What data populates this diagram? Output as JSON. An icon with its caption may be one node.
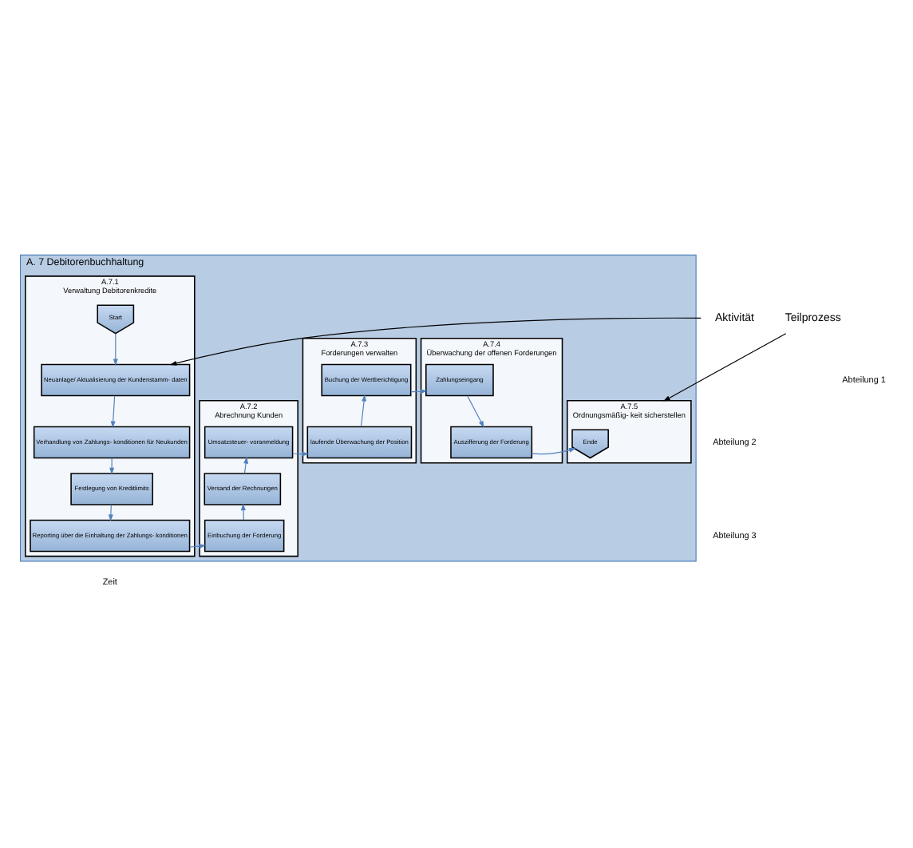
{
  "diagram": {
    "nodes": [
      {
        "text": [
          "A. 7 Debitorenbuchhaltung"
        ]
      },
      {
        "text": [
          "A.7.1",
          "Verwaltung Debitorenkredite"
        ],
        "in": 0
      },
      {
        "text": [
          "A.7.2",
          "Abrechnung Kunden"
        ],
        "in": 0
      },
      {
        "text": [
          "A.7.3",
          "Forderungen verwalten"
        ],
        "in": 0
      },
      {
        "text": [
          "A.7.4",
          "Überwachung der offenen Forderungen"
        ],
        "in": 0
      },
      {
        "text": [
          "A.7.5",
          "Ordnungsmäßig- keit sicherstellen"
        ],
        "in": 0
      },
      {
        "text": [
          "Start"
        ],
        "in": 1
      },
      {
        "text": [
          "Neuanlage/ Aktualisierung der Kundenstamm- daten"
        ],
        "in": 1
      },
      {
        "text": [
          "Verhandlung von Zahlungs- konditionen für Neukunden"
        ],
        "in": 1
      },
      {
        "text": [
          "Festlegung von Kreditlimits"
        ],
        "in": 1
      },
      {
        "text": [
          "Reporting über die Einhaltung der Zahlungs- konditionen"
        ],
        "in": 1
      },
      {
        "text": [
          "Umsatzsteuer- voranmeldung"
        ],
        "in": 2
      },
      {
        "text": [
          "Versand der Rechnungen"
        ],
        "in": 2
      },
      {
        "text": [
          "Einbuchung der Forderung"
        ],
        "in": 2
      },
      {
        "text": [
          "Buchung der Wertberichtigung"
        ],
        "in": 3
      },
      {
        "text": [
          "laufende Überwachung der Position"
        ],
        "in": 3
      },
      {
        "text": [
          "Zahlungseingang"
        ],
        "in": 4
      },
      {
        "text": [
          "Auszifferung der Forderung"
        ],
        "in": 4
      },
      {
        "text": [
          "Ende"
        ],
        "in": 5
      },
      {
        "text": [
          "Aktivität"
        ]
      },
      {
        "text": [
          "Teilprozess"
        ]
      }
    ],
    "edges": [
      {
        "from": 6,
        "to": 7,
        "arrow": "to"
      },
      {
        "from": 7,
        "to": 8,
        "arrow": "to"
      },
      {
        "from": 8,
        "to": 9,
        "arrow": "to"
      },
      {
        "from": 9,
        "to": 10,
        "arrow": "to"
      },
      {
        "from": 10,
        "to": 13,
        "arrow": "to"
      },
      {
        "from": 13,
        "to": 12,
        "arrow": "to"
      },
      {
        "from": 12,
        "to": 11,
        "arrow": "to"
      },
      {
        "from": 11,
        "to": 15,
        "arrow": "to"
      },
      {
        "from": 15,
        "to": 14,
        "arrow": "to"
      },
      {
        "from": 14,
        "to": 16,
        "arrow": "to"
      },
      {
        "from": 16,
        "to": 17,
        "arrow": "to"
      },
      {
        "from": 17,
        "to": 18,
        "arrow": "to"
      },
      {
        "from": 19,
        "to": 7,
        "arrow": "to",
        "color": "#000000"
      },
      {
        "from": 20,
        "to": 5,
        "arrow": "to",
        "color": "#000000"
      }
    ],
    "labels": [
      "Abteilung 1",
      "Abteilung 2",
      "Abteilung 3",
      "Zeit"
    ]
  }
}
